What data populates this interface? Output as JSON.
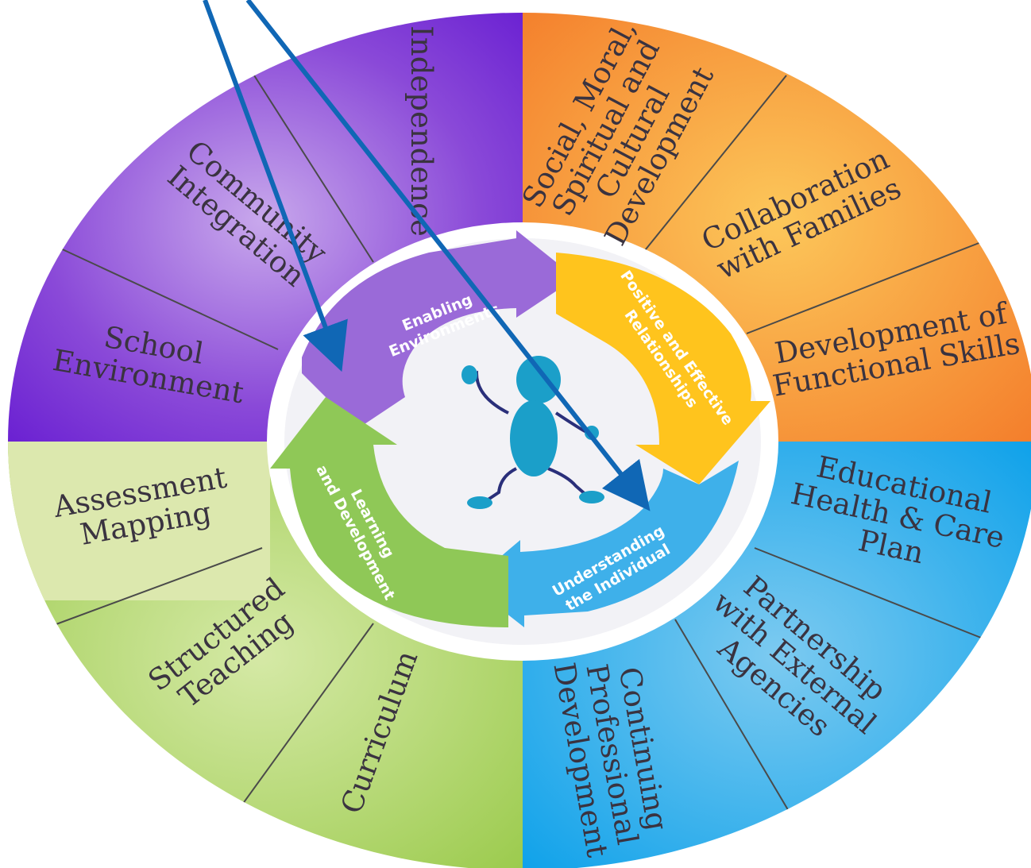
{
  "colors": {
    "purple": "#7c3ad4",
    "orange": "#f7943c",
    "yellow": "#ffc61e",
    "blue": "#1aa6e6",
    "green": "#a9cf62",
    "pale_green": "#d9e6a4",
    "pointer_arrows": "#1067b5",
    "figure": "#1b9fc9",
    "divider": "#4a4a4a"
  },
  "segments": [
    {
      "id": "independence",
      "lines": [
        "Independence"
      ]
    },
    {
      "id": "community-integration",
      "lines": [
        "Community",
        "Integration"
      ]
    },
    {
      "id": "school-environment",
      "lines": [
        "School",
        "Environment"
      ]
    },
    {
      "id": "social-moral",
      "lines": [
        "Social, Moral,",
        "Spiritual and",
        "Cultural",
        "Development"
      ]
    },
    {
      "id": "collaboration",
      "lines": [
        "Collaboration",
        "with Families"
      ]
    },
    {
      "id": "functional-skills",
      "lines": [
        "Development of",
        "Functional Skills"
      ]
    },
    {
      "id": "ehcp",
      "lines": [
        "Educational",
        "Health & Care",
        "Plan"
      ]
    },
    {
      "id": "partnership",
      "lines": [
        "Partnership",
        "with External",
        "Agencies"
      ]
    },
    {
      "id": "cpd",
      "lines": [
        "Continuing",
        "Professional",
        "Development"
      ]
    },
    {
      "id": "assessment",
      "lines": [
        "Assessment",
        "Mapping"
      ]
    },
    {
      "id": "structured-teaching",
      "lines": [
        "Structured",
        "Teaching"
      ]
    },
    {
      "id": "curriculum",
      "lines": [
        "Curriculum"
      ]
    }
  ],
  "inner_arrows": [
    {
      "id": "enabling",
      "lines": [
        "Enabling",
        "Environments"
      ]
    },
    {
      "id": "positive",
      "lines": [
        "Positive and Effective",
        "Relationships"
      ]
    },
    {
      "id": "understanding",
      "lines": [
        "Understanding",
        "the Individual"
      ]
    },
    {
      "id": "learning",
      "lines": [
        "Learning",
        "and Development"
      ]
    }
  ]
}
